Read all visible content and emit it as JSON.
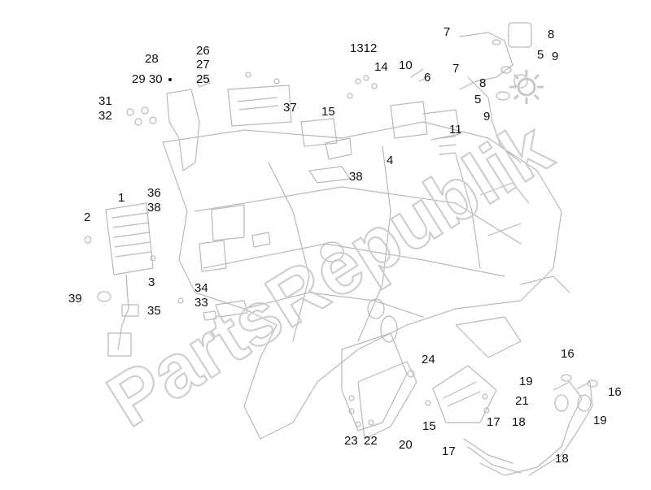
{
  "watermark": "PartsRepublik",
  "watermark_color": "#cfcfcf",
  "line_color": "#b9b9b9",
  "accent_color": "#c8c8c8",
  "icons": {
    "settings": "gear-icon"
  },
  "callouts": [
    {
      "id": "c1",
      "text": "1"
    },
    {
      "id": "c2",
      "text": "2"
    },
    {
      "id": "c3",
      "text": "3"
    },
    {
      "id": "c4",
      "text": "4"
    },
    {
      "id": "c5a",
      "text": "5"
    },
    {
      "id": "c5b",
      "text": "5"
    },
    {
      "id": "c6",
      "text": "6"
    },
    {
      "id": "c7a",
      "text": "7"
    },
    {
      "id": "c7b",
      "text": "7"
    },
    {
      "id": "c8a",
      "text": "8"
    },
    {
      "id": "c8b",
      "text": "8"
    },
    {
      "id": "c9a",
      "text": "9"
    },
    {
      "id": "c9b",
      "text": "9"
    },
    {
      "id": "c10",
      "text": "10"
    },
    {
      "id": "c11",
      "text": "11"
    },
    {
      "id": "c1312",
      "text": "1312"
    },
    {
      "id": "c14",
      "text": "14"
    },
    {
      "id": "c15a",
      "text": "15"
    },
    {
      "id": "c15b",
      "text": "15"
    },
    {
      "id": "c16a",
      "text": "16"
    },
    {
      "id": "c16b",
      "text": "16"
    },
    {
      "id": "c17a",
      "text": "17"
    },
    {
      "id": "c17b",
      "text": "17"
    },
    {
      "id": "c18a",
      "text": "18"
    },
    {
      "id": "c18b",
      "text": "18"
    },
    {
      "id": "c19a",
      "text": "19"
    },
    {
      "id": "c19b",
      "text": "19"
    },
    {
      "id": "c20",
      "text": "20"
    },
    {
      "id": "c21",
      "text": "21"
    },
    {
      "id": "c22",
      "text": "22"
    },
    {
      "id": "c23",
      "text": "23"
    },
    {
      "id": "c24",
      "text": "24"
    },
    {
      "id": "c25",
      "text": "25"
    },
    {
      "id": "c26",
      "text": "26"
    },
    {
      "id": "c27",
      "text": "27"
    },
    {
      "id": "c28",
      "text": "28"
    },
    {
      "id": "c2930",
      "text": "29 30"
    },
    {
      "id": "c31",
      "text": "31"
    },
    {
      "id": "c32",
      "text": "32"
    },
    {
      "id": "c33",
      "text": "33"
    },
    {
      "id": "c34",
      "text": "34"
    },
    {
      "id": "c35",
      "text": "35"
    },
    {
      "id": "c36",
      "text": "36"
    },
    {
      "id": "c37",
      "text": "37"
    },
    {
      "id": "c38a",
      "text": "38"
    },
    {
      "id": "c38b",
      "text": "38"
    },
    {
      "id": "c39",
      "text": "39"
    }
  ]
}
